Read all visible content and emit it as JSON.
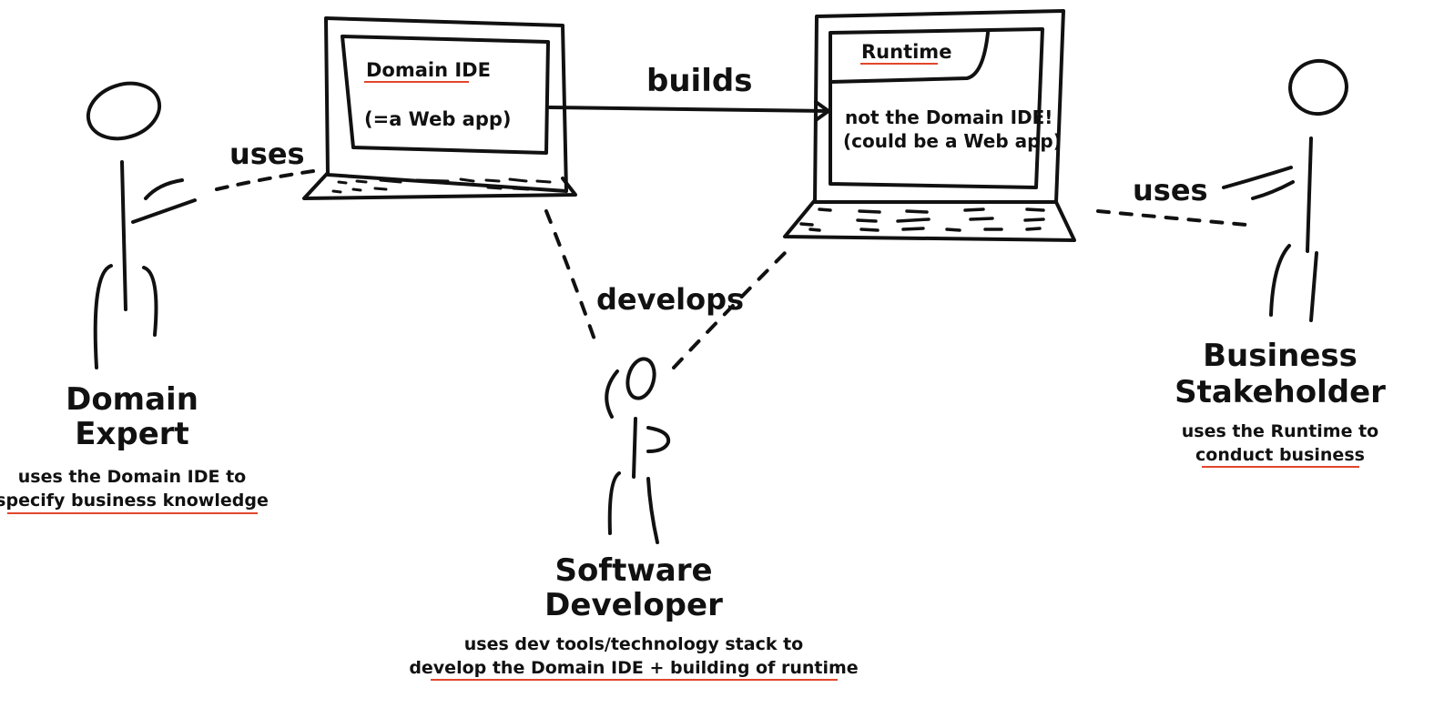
{
  "laptops": {
    "domain_ide": {
      "title": "Domain IDE",
      "subtitle": "(=a Web app)"
    },
    "runtime": {
      "title": "Runtime",
      "note_line1": "not the Domain IDE!",
      "note_line2": "(could be a Web app)"
    }
  },
  "connections": {
    "builds": "builds",
    "uses_left": "uses",
    "develops": "develops",
    "uses_right": "uses"
  },
  "actors": {
    "domain_expert": {
      "name_line1": "Domain",
      "name_line2": "Expert",
      "desc_line1": "uses the Domain IDE to",
      "desc_line2": "specify business knowledge"
    },
    "software_developer": {
      "name_line1": "Software",
      "name_line2": "Developer",
      "desc_line1": "uses dev tools/technology stack to",
      "desc_line2": "develop the Domain IDE + building of runtime"
    },
    "business_stakeholder": {
      "name_line1": "Business",
      "name_line2": "Stakeholder",
      "desc_line1": "uses the Runtime to",
      "desc_line2": "conduct business"
    }
  },
  "colors": {
    "ink": "#111111",
    "underline": "#e2462b",
    "background": "#ffffff"
  }
}
